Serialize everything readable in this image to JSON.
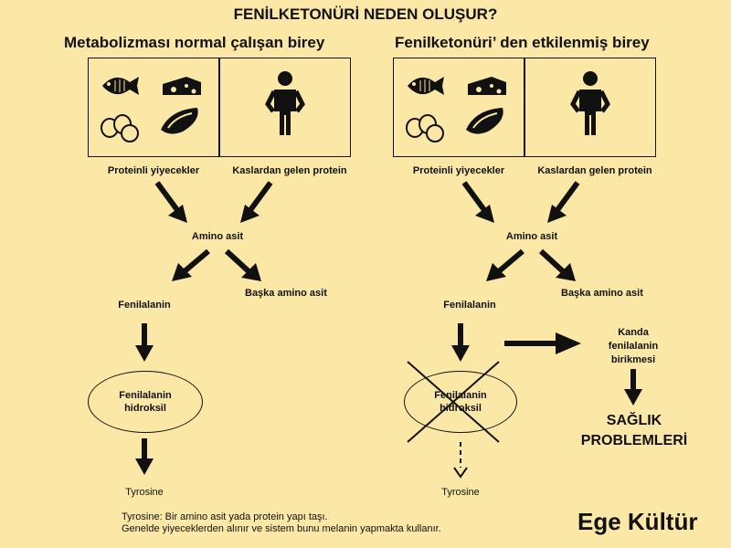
{
  "title": "FENİLKETONÜRİ NEDEN OLUŞUR?",
  "left": {
    "heading": "Metabolizması normal çalışan birey",
    "food_label": "Proteinli yiyecekler",
    "muscle_label": "Kaslardan gelen protein",
    "amino": "Amino asit",
    "other_amino": "Başka amino asit",
    "phenyl": "Fenilalanin",
    "enzyme_line1": "Fenilalanin",
    "enzyme_line2": "hidroksil",
    "tyrosine": "Tyrosine"
  },
  "right": {
    "heading": "Fenilketonüri’ den etkilenmiş birey",
    "food_label": "Proteinli yiyecekler",
    "muscle_label": "Kaslardan gelen protein",
    "amino": "Amino asit",
    "other_amino": "Başka amino asit",
    "phenyl": "Fenilalanin",
    "enzyme_line1": "Fenilalanin",
    "enzyme_line2": "hidroksil",
    "tyrosine": "Tyrosine",
    "accum_line1": "Kanda",
    "accum_line2": "fenilalanin",
    "accum_line3": "birikmesi",
    "health_line1": "SAĞLIK",
    "health_line2": "PROBLEMLERİ"
  },
  "footnote": {
    "line1": "Tyrosine: Bir amino asit yada protein yapı taşı.",
    "line2": "Genelde yiyeceklerden alınır ve sistem bunu melanin yapmakta kullanır."
  },
  "brand": "Ege Kültür",
  "colors": {
    "background": "#fbe8a6",
    "ink": "#111111"
  }
}
